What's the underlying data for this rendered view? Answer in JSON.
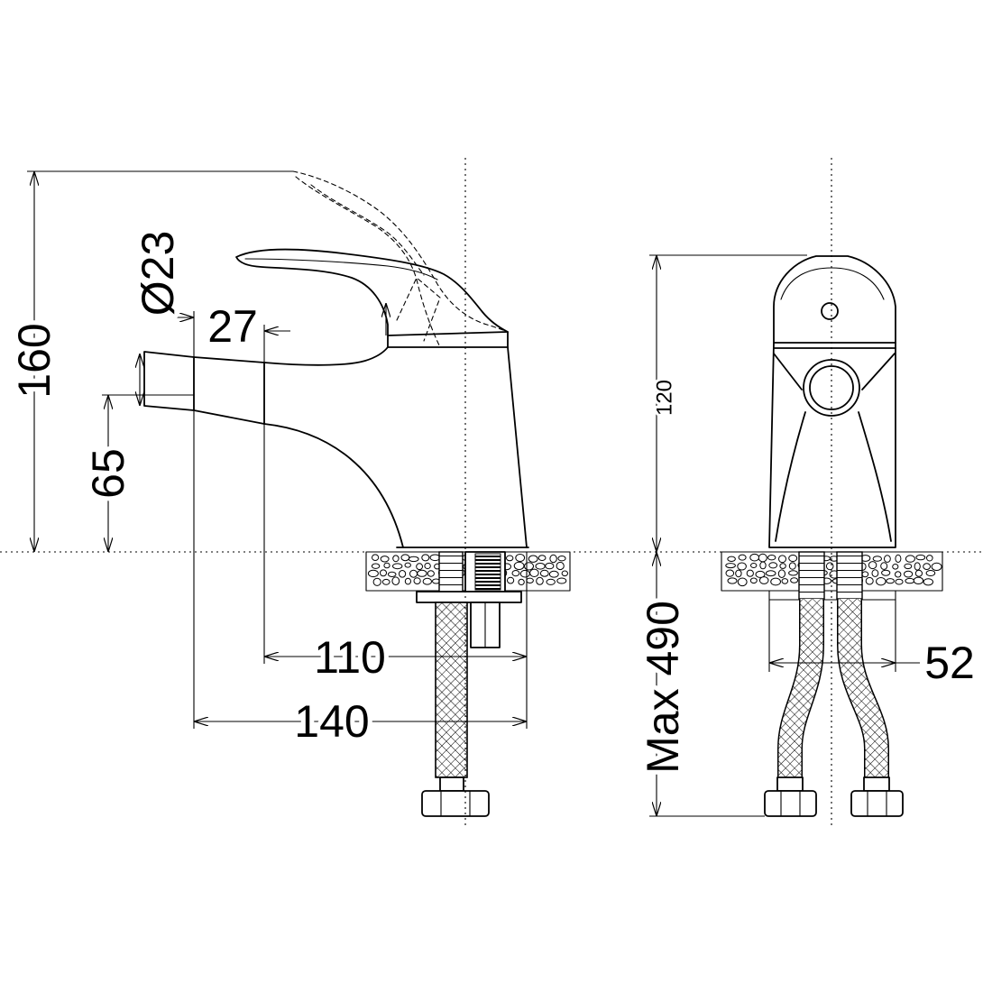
{
  "side_view": {
    "overall_height": "160",
    "spout_diameter": "Ø23",
    "spout_depth": "27",
    "spout_height": "65",
    "spout_reach": "110",
    "overall_length": "140"
  },
  "front_view": {
    "body_height": "120",
    "hose_length": "Max 490",
    "body_width": "52"
  }
}
